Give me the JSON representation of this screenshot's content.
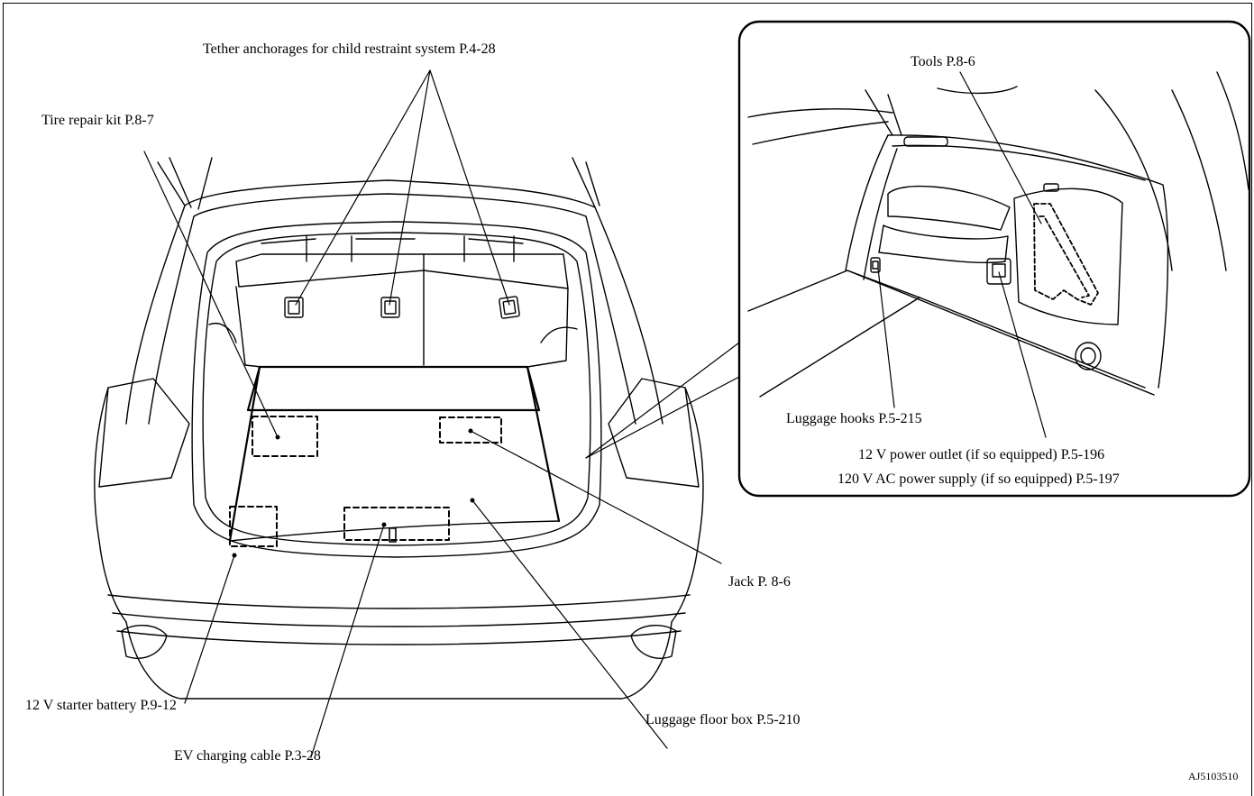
{
  "labels": {
    "tether": "Tether anchorages for child restraint system P.4-28",
    "tire_repair": "Tire repair kit P.8-7",
    "tools": "Tools P.8-6",
    "luggage_hooks": "Luggage hooks P.5-215",
    "power_outlet": "12 V power outlet (if so equipped) P.5-196",
    "ac_supply": "120 V AC power supply (if so equipped) P.5-197",
    "jack": "Jack P. 8-6",
    "battery": "12 V starter battery P.9-12",
    "floor_box": "Luggage floor box P.5-210",
    "ev_cable": "EV charging cable P.3-28",
    "figure_code": "AJ5103510"
  }
}
